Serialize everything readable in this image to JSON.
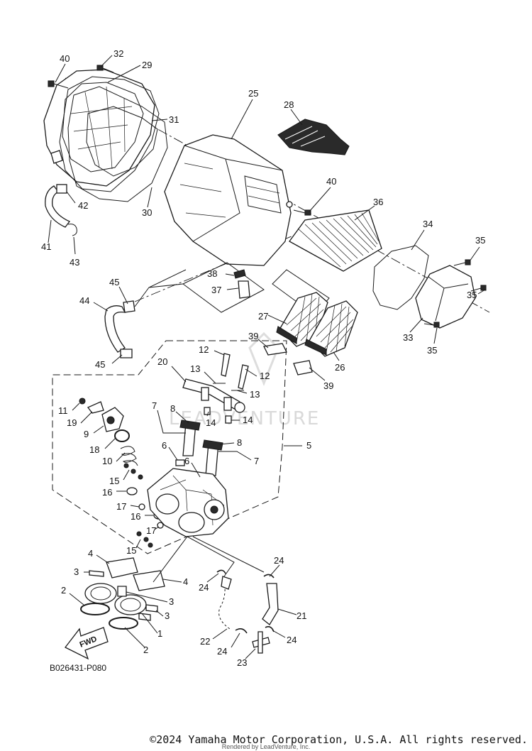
{
  "diagram": {
    "watermark": "LEADVENTURE",
    "fwd_label": "FWD",
    "drawing_code": "B026431-P080",
    "copyright": "©2024 Yamaha Motor Corporation, U.S.A. All rights reserved.",
    "rendered_by": "Rendered by LeadVenture, Inc.",
    "callouts": {
      "c40a": "40",
      "c32": "32",
      "c29": "29",
      "c30": "30",
      "c31": "31",
      "c25": "25",
      "c28": "28",
      "c40b": "40",
      "c36": "36",
      "c34": "34",
      "c35a": "35",
      "c35b": "35",
      "c35c": "35",
      "c33": "33",
      "c42": "42",
      "c41": "41",
      "c43": "43",
      "c38": "38",
      "c37": "37",
      "c45a": "45",
      "c44": "44",
      "c45b": "45",
      "c27": "27",
      "c39a": "39",
      "c26": "26",
      "c39b": "39",
      "c12a": "12",
      "c12b": "12",
      "c20": "20",
      "c13a": "13",
      "c13b": "13",
      "c11": "11",
      "c19": "19",
      "c9": "9",
      "c7a": "7",
      "c8a": "8",
      "c14a": "14",
      "c14b": "14",
      "c5": "5",
      "c18": "18",
      "c10": "10",
      "c6a": "6",
      "c8b": "8",
      "c7b": "7",
      "c6b": "6",
      "c15a": "15",
      "c16a": "16",
      "c17a": "17",
      "c16b": "16",
      "c17b": "17",
      "c15b": "15",
      "c4a": "4",
      "c3a": "3",
      "c4b": "4",
      "c2a": "2",
      "c3b": "3",
      "c3c": "3",
      "c1": "1",
      "c2b": "2",
      "c24a": "24",
      "c24b": "24",
      "c21": "21",
      "c22": "22",
      "c24c": "24",
      "c24d": "24",
      "c23": "23"
    }
  }
}
